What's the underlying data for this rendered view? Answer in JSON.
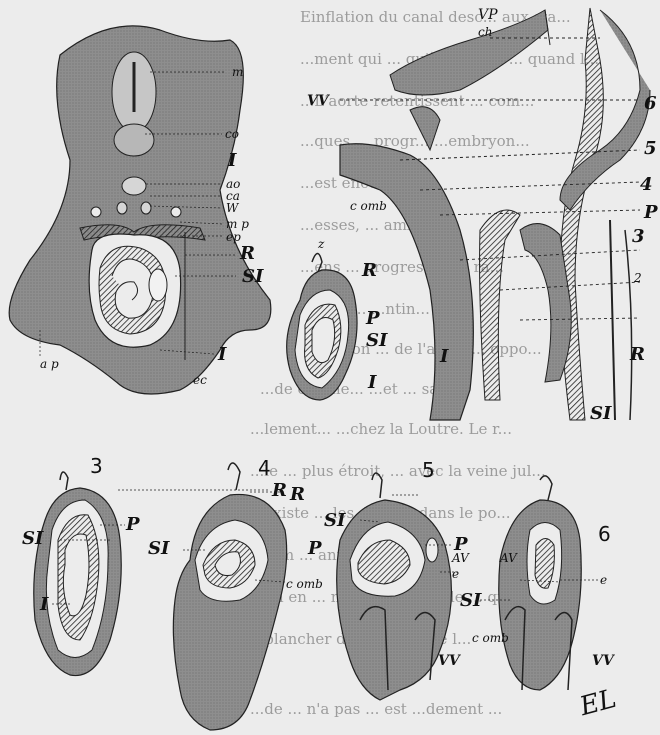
{
  "background_text": [
    "Einflation du canal desc... aux sta...",
    "...ment qui ... qu'à quelque ... quand l...",
    "...L'aorte retentissent ... com...",
    "...ques ... progr... ...embryon...",
    "...est encore situ...",
    "...esses, ... ambine...",
    "...ens ... progressi... la ra...",
    "...ligne... ...ntin...",
    "...ganglion ... de l'aorte ... oppo...",
    "...de carène... ...et ... sa...",
    "...lement... ...chez la Loutre. Le r...",
    "...le ... plus étroit, ... avec la veine jul...",
    "...existe ... les dans ... dans le po...",
    "...tum ... anté... ...",
    "...un en ... nécessaire... ...de ... qui ...",
    "...plancher de ... Le figure l...",
    "...de ... n'a pas ... est ...dement ... "
  ],
  "figures": {
    "fig1": {
      "labels": {
        "m": "m",
        "co": "co",
        "I": "I",
        "ao": "ao",
        "ca": "ca",
        "W": "W",
        "mp": "m p",
        "ep": "ep",
        "R": "R",
        "SI": "SI",
        "I2": "I",
        "ec": "ec",
        "ap": "a p"
      }
    },
    "fig2": {
      "labels": {
        "R": "R",
        "P": "P",
        "SI": "SI",
        "I": "I"
      }
    },
    "figRight": {
      "labels": {
        "VP": "VP",
        "ch": "ch",
        "VV": "VV",
        "comb": "c omb",
        "n6": "6",
        "n5": "5",
        "n4": "4",
        "P": "P",
        "n3": "3",
        "n2": "2",
        "R": "R",
        "I": "I",
        "SI": "SI",
        "z": "z"
      }
    },
    "fig3": {
      "number": "3",
      "labels": {
        "R": "R",
        "SI": "SI",
        "P": "P",
        "I": "I"
      }
    },
    "fig4": {
      "number": "4",
      "labels": {
        "R": "R",
        "SI": "SI",
        "P": "P",
        "comb": "c omb"
      }
    },
    "fig5": {
      "number": "5",
      "labels": {
        "SI": "SI",
        "P": "P",
        "AV": "AV",
        "e": "e",
        "VV": "VV"
      }
    },
    "fig6": {
      "number": "6",
      "labels": {
        "AV": "AV",
        "SI": "SI",
        "comb": "c omb",
        "VV": "VV",
        "e": "e"
      }
    }
  },
  "signature": "EL"
}
